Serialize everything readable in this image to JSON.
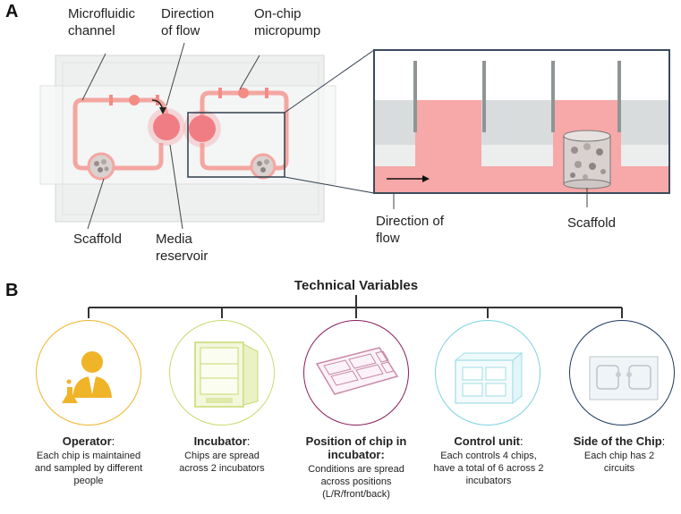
{
  "panelA": {
    "letter": "A",
    "labels": {
      "microfluidic_channel": [
        "Microfluidic",
        "channel"
      ],
      "direction_of_flow_top": [
        "Direction",
        "of flow"
      ],
      "onchip_micropump": [
        "On-chip",
        "micropump"
      ],
      "scaffold_left": "Scaffold",
      "media_reservoir": [
        "Media",
        "reservoir"
      ],
      "direction_of_flow_zoom": [
        "Direction of",
        "flow"
      ],
      "scaffold_zoom": "Scaffold"
    }
  },
  "panelB": {
    "letter": "B",
    "title": "Technical Variables",
    "variables": [
      {
        "name": "Operator",
        "suffix": ":",
        "desc": [
          "Each chip is maintained",
          "and sampled by different",
          "people"
        ],
        "color": "#f0b429",
        "icon": "operator-person-icon"
      },
      {
        "name": "Incubator",
        "suffix": ":",
        "desc": [
          "Chips are spread",
          "across 2 incubators"
        ],
        "color": "#c8d96f",
        "icon": "incubator-icon"
      },
      {
        "name": "Position of chip in",
        "name2": "incubator:",
        "desc": [
          "Conditions are spread",
          "across positions",
          "(L/R/front/back)"
        ],
        "color": "#8b1e5c",
        "icon": "chip-tray-icon"
      },
      {
        "name": "Control unit",
        "suffix": ":",
        "desc": [
          "Each controls 4 chips,",
          "have a total of 6 across 2",
          "incubators"
        ],
        "color": "#7dd3e0",
        "icon": "control-unit-icon"
      },
      {
        "name": "Side of the Chip",
        "suffix": ":",
        "desc": [
          "Each chip has 2",
          "circuits"
        ],
        "color": "#1e3a5f",
        "icon": "chip-side-icon"
      }
    ]
  },
  "colors": {
    "channel": "#f4a6a0",
    "reservoir": "#e8626a",
    "zoom_border": "#3b4a5c",
    "zoom_fill": "#f7a8a8",
    "zoom_gray": "#d9dcdd"
  }
}
